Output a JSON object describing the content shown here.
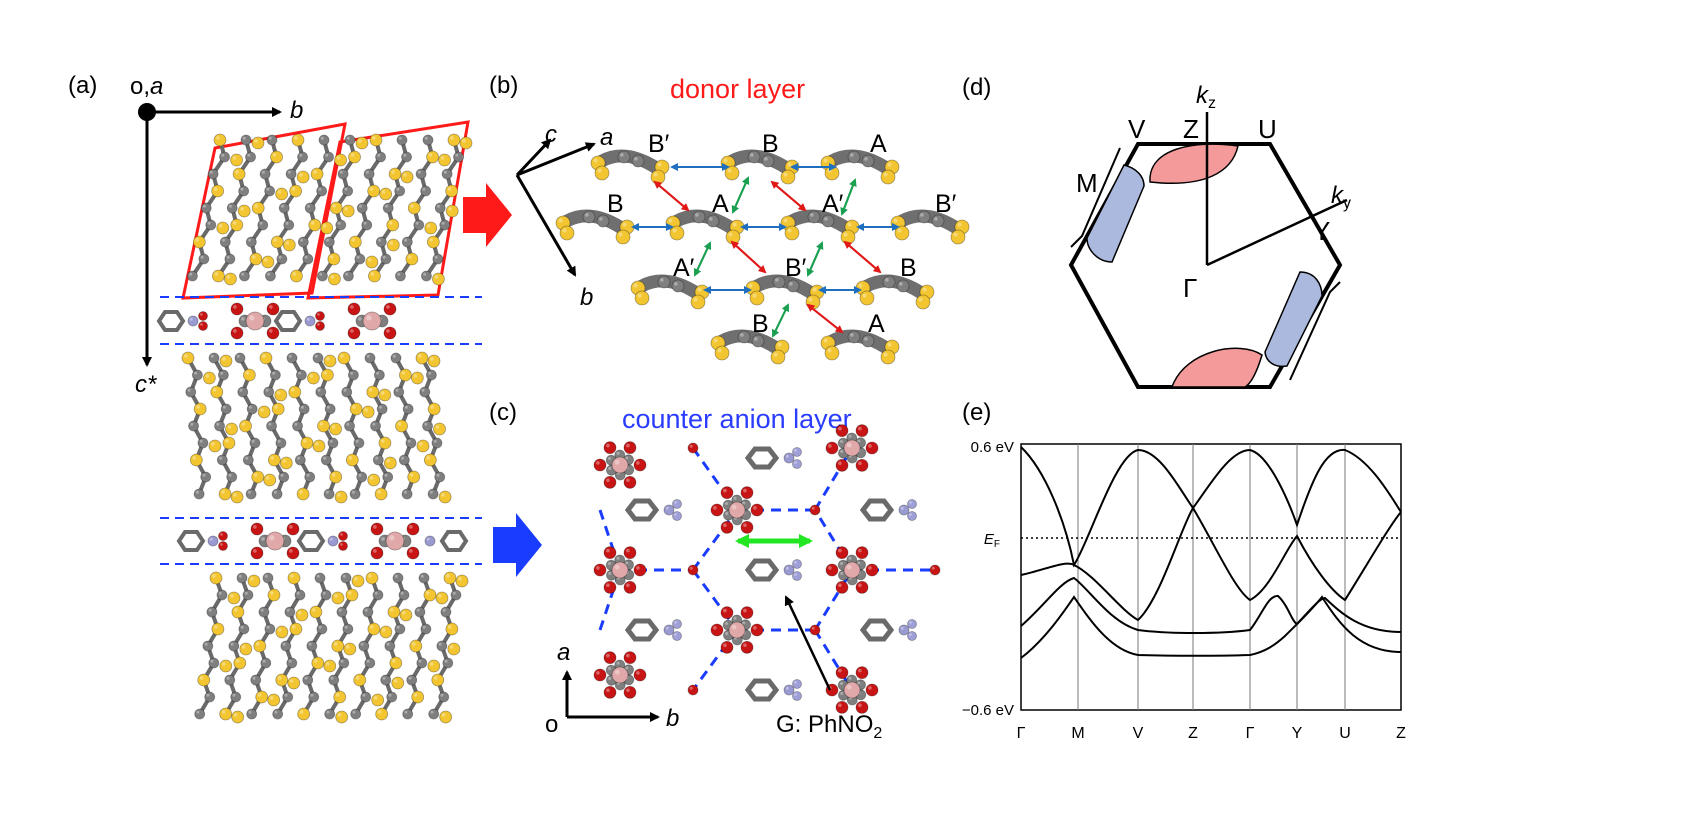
{
  "panels": {
    "a": {
      "label": "(a)",
      "origin_label": "o,",
      "origin_axis": "a",
      "axis_b": "b",
      "axis_c": "c*"
    },
    "b": {
      "label": "(b)",
      "title": "donor layer",
      "axis_c": "c",
      "axis_a": "a",
      "axis_b": "b",
      "molecule_labels": [
        "B′",
        "B",
        "A",
        "B",
        "A",
        "A′",
        "B′",
        "A′",
        "B′",
        "B",
        "B",
        "A"
      ]
    },
    "c": {
      "label": "(c)",
      "title": "counter anion layer",
      "axis_a": "a",
      "axis_o": "o",
      "axis_b": "b",
      "guest_label": "G: PhNO",
      "guest_subscript": "2"
    },
    "d": {
      "label": "(d)",
      "kz": "k",
      "kz_sub": "z",
      "ky": "k",
      "ky_sub": "y",
      "points": [
        "V",
        "Z",
        "U",
        "M",
        "Y",
        "Γ"
      ]
    },
    "e": {
      "label": "(e)",
      "y_top": "0.6 eV",
      "y_bottom": "−0.6 eV",
      "ef": "E",
      "ef_sub": "F",
      "k_ticks": [
        "Γ",
        "M",
        "V",
        "Z",
        "Γ",
        "Y",
        "U",
        "Z"
      ]
    }
  },
  "colors": {
    "sulfur": "#f2c531",
    "carbon": "#7f7f7f",
    "oxygen": "#c81414",
    "nitrogen": "#9a9ad2",
    "metal": "#e0a8a8",
    "red_arrow": "#ff1a1a",
    "blue_arrow": "#1a3cff",
    "title_red": "#ff1a1a",
    "title_blue": "#2a3cff",
    "pocket_red": "#f49a9a",
    "pocket_blue": "#aab9dd",
    "link_blue": "#1f6fc0",
    "link_red": "#e01818",
    "link_green": "#1aa050",
    "guest_arrow": "#22e622"
  }
}
